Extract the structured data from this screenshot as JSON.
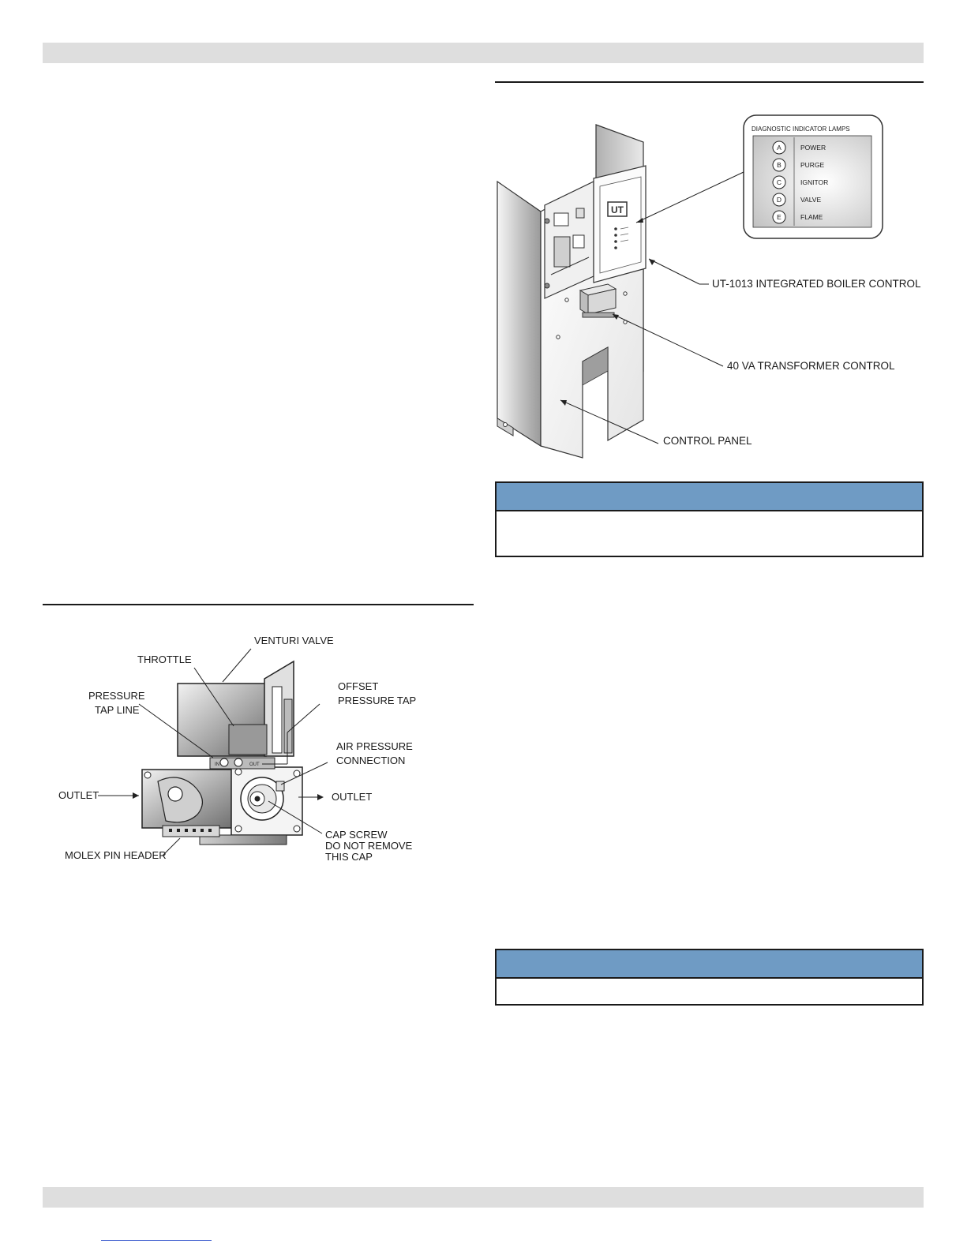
{
  "control_figure": {
    "panel_title": "DIAGNOSTIC INDICATOR LAMPS",
    "lamps": [
      {
        "letter": "A",
        "name": "POWER"
      },
      {
        "letter": "B",
        "name": "PURGE"
      },
      {
        "letter": "C",
        "name": "IGNITOR"
      },
      {
        "letter": "D",
        "name": "VALVE"
      },
      {
        "letter": "E",
        "name": "FLAME"
      }
    ],
    "callouts": {
      "boiler_control": "UT-1013 INTEGRATED BOILER CONTROL",
      "transformer": "40 VA TRANSFORMER CONTROL",
      "panel": "CONTROL PANEL"
    },
    "logo_text": "UT"
  },
  "valve_figure": {
    "callouts": {
      "venturi": "VENTURI VALVE",
      "throttle": "THROTTLE",
      "pressure_tap_line_1": "PRESSURE",
      "pressure_tap_line_2": "TAP LINE",
      "offset_1": "OFFSET",
      "offset_2": "PRESSURE TAP",
      "air_1": "AIR PRESSURE",
      "air_2": "CONNECTION",
      "outlet_left": "OUTLET",
      "outlet_right": "OUTLET",
      "molex": "MOLEX PIN HEADER",
      "cap_1": "CAP SCREW",
      "cap_2": "DO NOT REMOVE",
      "cap_3": "THIS CAP"
    },
    "in_label": "IN",
    "out_label": "OUT"
  },
  "colors": {
    "note_header": "#6f9bc4",
    "page_bar": "#dedede"
  }
}
